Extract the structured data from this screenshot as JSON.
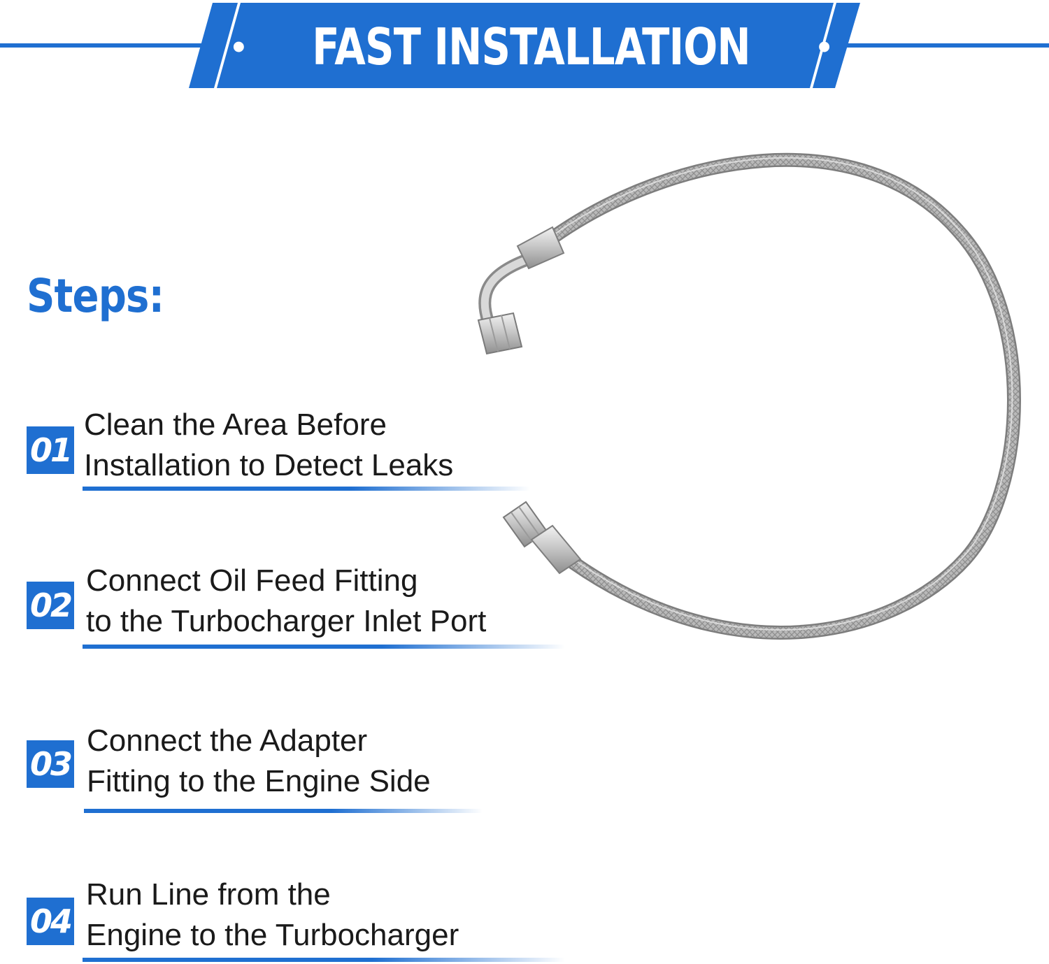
{
  "header": {
    "title": "FAST INSTALLATION",
    "dot": "•"
  },
  "steps_heading": "Steps:",
  "steps": [
    {
      "number": "01",
      "line1": "Clean the Area Before",
      "line2": "Installation to Detect Leaks"
    },
    {
      "number": "02",
      "line1": "Connect Oil Feed Fitting",
      "line2": "to the Turbocharger Inlet Port"
    },
    {
      "number": "03",
      "line1": "Connect the Adapter",
      "line2": "Fitting to the Engine Side"
    },
    {
      "number": "04",
      "line1": "Run Line from the",
      "line2": "Engine to the Turbocharger"
    }
  ],
  "colors": {
    "accent": "#1f6fd1",
    "text": "#1a1a1a",
    "hose": "#a9a9a9"
  },
  "image": {
    "subject": "braided-steel-oil-feed-hose"
  }
}
